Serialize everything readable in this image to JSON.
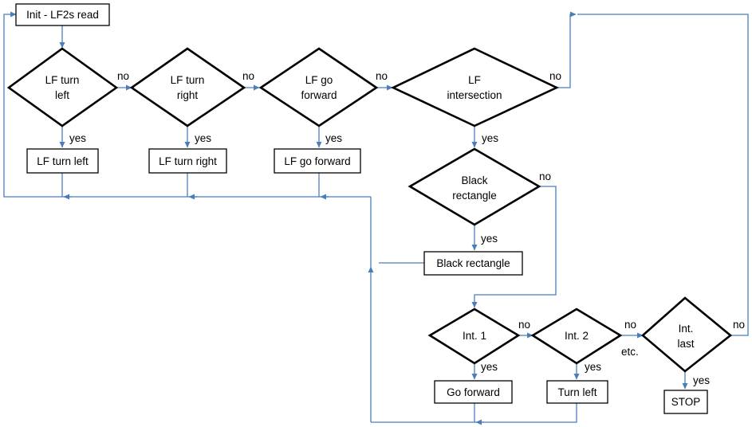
{
  "diagram": {
    "colors": {
      "connector": "#4a7ebb",
      "shape_border": "#000000",
      "background": "#ffffff"
    },
    "nodes": {
      "init": {
        "lines": [
          "Init - LF2s read"
        ]
      },
      "d_left": {
        "lines": [
          "LF turn",
          "left"
        ]
      },
      "d_right": {
        "lines": [
          "LF turn",
          "right"
        ]
      },
      "d_fwd": {
        "lines": [
          "LF go",
          "forward"
        ]
      },
      "d_int": {
        "lines": [
          "LF",
          "intersection"
        ]
      },
      "p_left": {
        "lines": [
          "LF turn left"
        ]
      },
      "p_right": {
        "lines": [
          "LF turn right"
        ]
      },
      "p_fwd": {
        "lines": [
          "LF go forward"
        ]
      },
      "d_black": {
        "lines": [
          "Black",
          "rectangle"
        ]
      },
      "p_black": {
        "lines": [
          "Black rectangle"
        ]
      },
      "d_int1": {
        "lines": [
          "Int. 1"
        ]
      },
      "d_int2": {
        "lines": [
          "Int. 2"
        ]
      },
      "d_last": {
        "lines": [
          "Int.",
          "last"
        ]
      },
      "p_gofwd": {
        "lines": [
          "Go forward"
        ]
      },
      "p_tleft": {
        "lines": [
          "Turn left"
        ]
      },
      "p_stop": {
        "lines": [
          "STOP"
        ]
      }
    },
    "edge_labels": {
      "no_left": "no",
      "no_right": "no",
      "no_fwd": "no",
      "no_int": "no",
      "yes_left": "yes",
      "yes_right": "yes",
      "yes_fwd": "yes",
      "yes_int": "yes",
      "no_black": "no",
      "yes_black": "yes",
      "no_int1": "no",
      "no_int2": "no",
      "etc": "etc.",
      "no_last": "no",
      "yes_int1": "yes",
      "yes_int2": "yes",
      "yes_last": "yes"
    }
  }
}
